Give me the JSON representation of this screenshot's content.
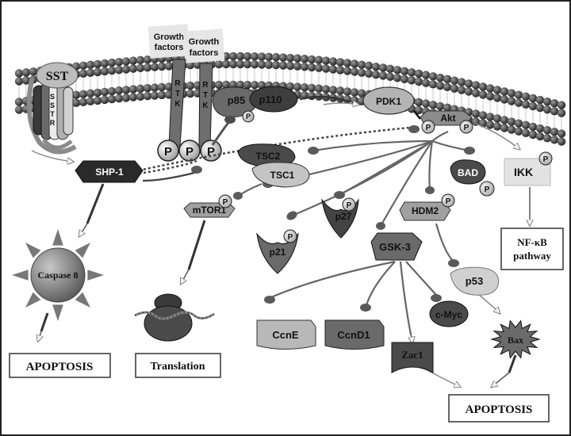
{
  "labels": {
    "sst": "SST",
    "sstr": [
      "S",
      "S",
      "T",
      "R"
    ],
    "growth_factors_1": [
      "Growth",
      "factors"
    ],
    "growth_factors_2": [
      "Growth",
      "factors"
    ],
    "rtk": [
      "R",
      "T",
      "K"
    ],
    "p85": "p85",
    "p110": "p110",
    "pdk1": "PDK1",
    "akt": "Akt",
    "shp1": "SHP-1",
    "tsc2": "TSC2",
    "tsc1": "TSC1",
    "mtor1": "mTOR1",
    "bad": "BAD",
    "ikk": "IKK",
    "hdm2": "HDM2",
    "p27": "p27",
    "p21": "p21",
    "gsk3": "GSK-3",
    "p53": "p53",
    "caspase8": "Caspase 8",
    "nfkb": [
      "NF-κB",
      "pathway"
    ],
    "ccne": "CcnE",
    "ccnd1": "CcnD1",
    "cmyc": "c-Myc",
    "zac1": "Zac1",
    "bax": "Bax",
    "apoptosis_left": "APOPTOSIS",
    "translation": "Translation",
    "apoptosis_right": "APOPTOSIS",
    "phospho": "P"
  },
  "colors": {
    "membrane_head": "#3c3c3c",
    "dark_protein": "#5a5a5a",
    "mid_protein": "#8c8c8c",
    "light_protein": "#c8c8c8",
    "black_box": "#2a2a2a",
    "arrow": "#e8e8e8"
  }
}
